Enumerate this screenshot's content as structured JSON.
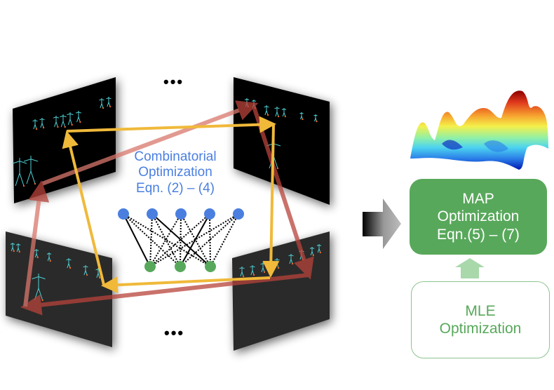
{
  "diagram": {
    "ellipsis_top": "•••",
    "ellipsis_bottom": "•••",
    "combinatorial": {
      "lines": [
        "Combinatorial",
        "Optimization",
        "Eqn. (2) – (4)"
      ]
    },
    "map_box": {
      "lines": [
        "MAP",
        "Optimization",
        "Eqn.(5)  – (7)"
      ]
    },
    "mle_box": {
      "lines": [
        "MLE",
        "Optimization"
      ]
    },
    "bipartite": {
      "top_nodes": 5,
      "bottom_nodes": 3,
      "solid_edges": [
        [
          0,
          0
        ],
        [
          1,
          2
        ],
        [
          3,
          1
        ]
      ]
    },
    "colors": {
      "blue_text": "#4a7fe0",
      "blue_node": "#4a7fe0",
      "green_node": "#58a85b",
      "map_green": "#58a85b",
      "mle_border": "#8cc48e",
      "yellow_arrow": "#f0b93a",
      "red_arrow": "#c0483c",
      "skeleton": "#4fd2d6",
      "joint": "#e0652a",
      "arrow_light": "#a9d8ab"
    },
    "views": [
      "top-left-view",
      "top-right-view",
      "bottom-left-view",
      "bottom-right-view"
    ]
  }
}
